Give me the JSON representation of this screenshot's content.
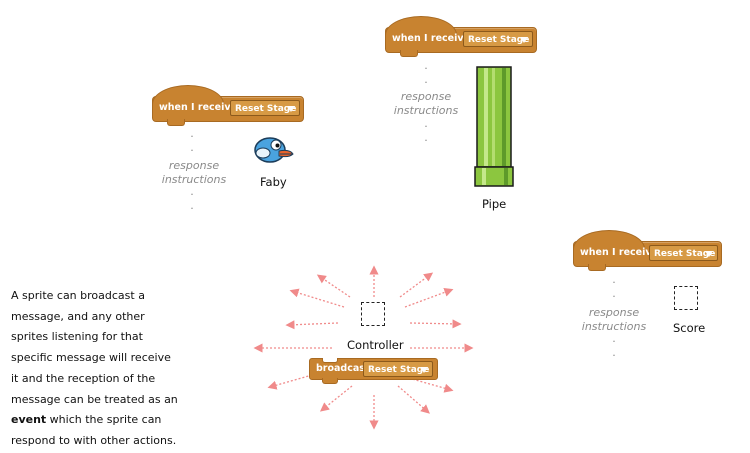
{
  "blocks": {
    "receive_label": "when I receive",
    "message": "Reset Stage",
    "broadcast_label": "broadcast"
  },
  "sprites": {
    "faby": "Faby",
    "pipe": "Pipe",
    "score": "Score",
    "controller": "Controller"
  },
  "response": {
    "line1": "response",
    "line2": "instructions"
  },
  "description": {
    "part1": "A sprite can broadcast a message, and any other sprites listening for that specific message will receive it and the reception of the message can be treated as an ",
    "bold": "event",
    "part2": " which the sprite can respond to with other actions."
  },
  "colors": {
    "event_block": "#c88330",
    "arrow": "#f08a8a",
    "pipe_green": "#8cc63f",
    "bird_blue": "#4aa3df"
  }
}
